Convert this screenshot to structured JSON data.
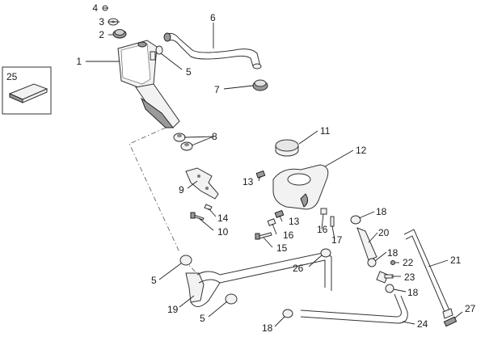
{
  "callouts": {
    "c1": "1",
    "c2": "2",
    "c3": "3",
    "c4": "4",
    "c5a": "5",
    "c5b": "5",
    "c5c": "5",
    "c6": "6",
    "c7": "7",
    "c8": "8",
    "c9": "9",
    "c10": "10",
    "c11": "11",
    "c12": "12",
    "c13a": "13",
    "c13b": "13",
    "c14": "14",
    "c15": "15",
    "c16a": "16",
    "c16b": "16",
    "c17": "17",
    "c18a": "18",
    "c18b": "18",
    "c18c": "18",
    "c18d": "18",
    "c19": "19",
    "c20": "20",
    "c21": "21",
    "c22": "22",
    "c23": "23",
    "c24": "24",
    "c25": "25",
    "c26": "26",
    "c27": "27"
  }
}
